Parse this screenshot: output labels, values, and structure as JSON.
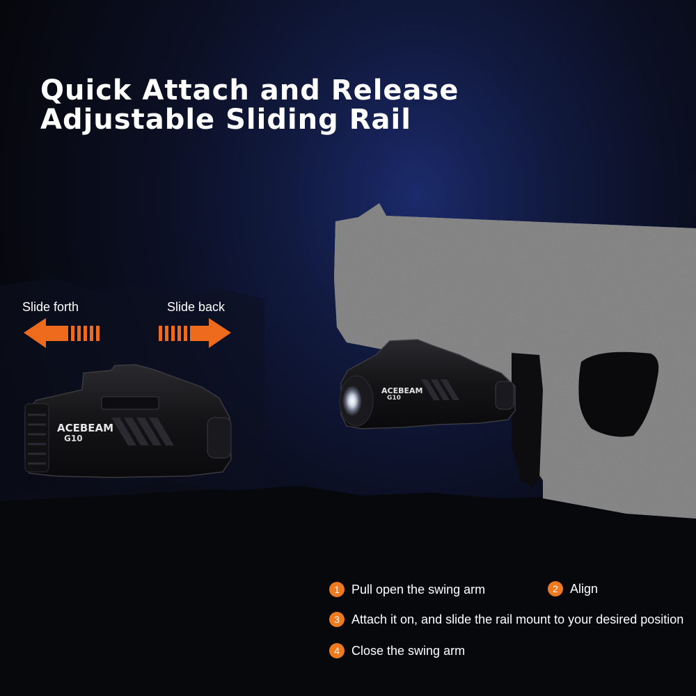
{
  "headline": {
    "line1": "Quick Attach and Release",
    "line2": "Adjustable Sliding Rail"
  },
  "arrows": {
    "forth_label": "Slide forth",
    "back_label": "Slide back",
    "color": "#ee6a1c"
  },
  "product": {
    "brand": "ACEBEAM",
    "model": "G10"
  },
  "steps": [
    {
      "number": "1",
      "text": "Pull open the swing arm"
    },
    {
      "number": "2",
      "text": "Align"
    },
    {
      "number": "3",
      "text": "Attach it on, and slide the rail mount to your desired position"
    },
    {
      "number": "4",
      "text": "Close the swing arm"
    }
  ],
  "colors": {
    "accent": "#ee7a20",
    "gun_silhouette": "#9a9a9a",
    "background": "#0a0b12"
  }
}
